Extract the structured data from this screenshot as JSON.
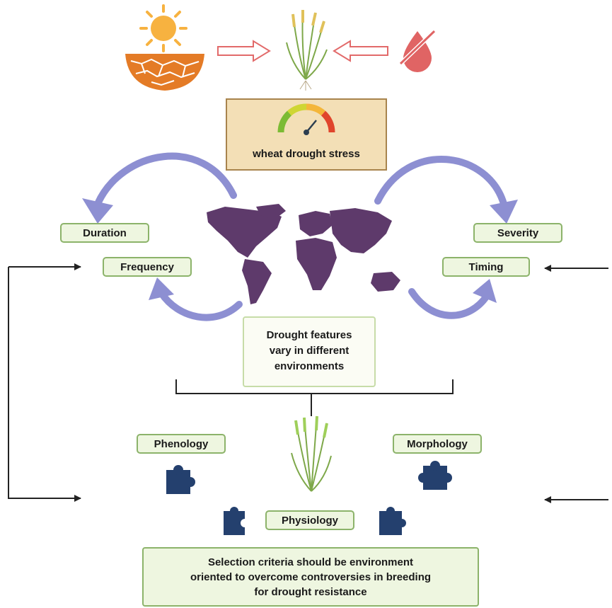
{
  "stress_box": {
    "label": "wheat drought stress"
  },
  "features": {
    "duration": "Duration",
    "frequency": "Frequency",
    "severity": "Severity",
    "timing": "Timing"
  },
  "center_box": {
    "lines": [
      "Drought features",
      "vary in different",
      "environments"
    ]
  },
  "traits": {
    "phenology": "Phenology",
    "morphology": "Morphology",
    "physiology": "Physiology"
  },
  "conclusion_box": {
    "lines": [
      "Selection criteria should be environment",
      "oriented to overcome controversies in breeding",
      "for drought resistance"
    ]
  },
  "colors": {
    "label_fill": "#eef6e0",
    "label_border": "#8cb36a",
    "stress_fill": "#f3dfb6",
    "stress_border": "#a8844d",
    "cycle_arrow": "#8d8fd2",
    "map": "#5e3a6b",
    "puzzle": "#24406e",
    "sun": "#f7b240",
    "soil": "#e47b26",
    "water_drop": "#e06464",
    "input_arrow": "#e26a6a",
    "wheat": "#7ea84a"
  },
  "icons": [
    "sun-icon",
    "cracked-soil-icon",
    "wheat-plant-icon",
    "no-water-icon",
    "gauge-icon",
    "world-map-icon",
    "puzzle-icon"
  ]
}
